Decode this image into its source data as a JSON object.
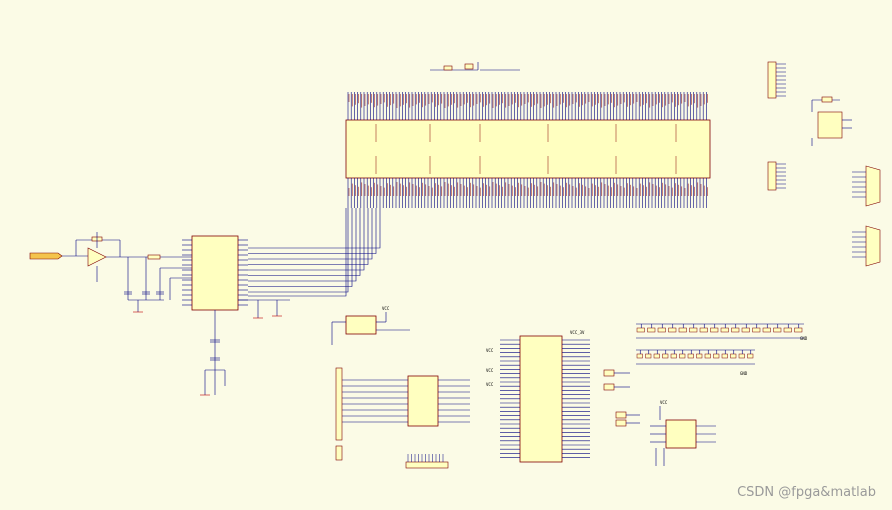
{
  "watermark": "CSDN @fpga&matlab",
  "colors": {
    "background": "#fbfbe6",
    "component_fill": "#ffffc0",
    "wire": "#000080",
    "pin_label": "#8a0000",
    "power": "#c00000"
  },
  "labels": {
    "supply": "VCC",
    "ground": "GND",
    "supply_3v3": "VCC_3V"
  }
}
